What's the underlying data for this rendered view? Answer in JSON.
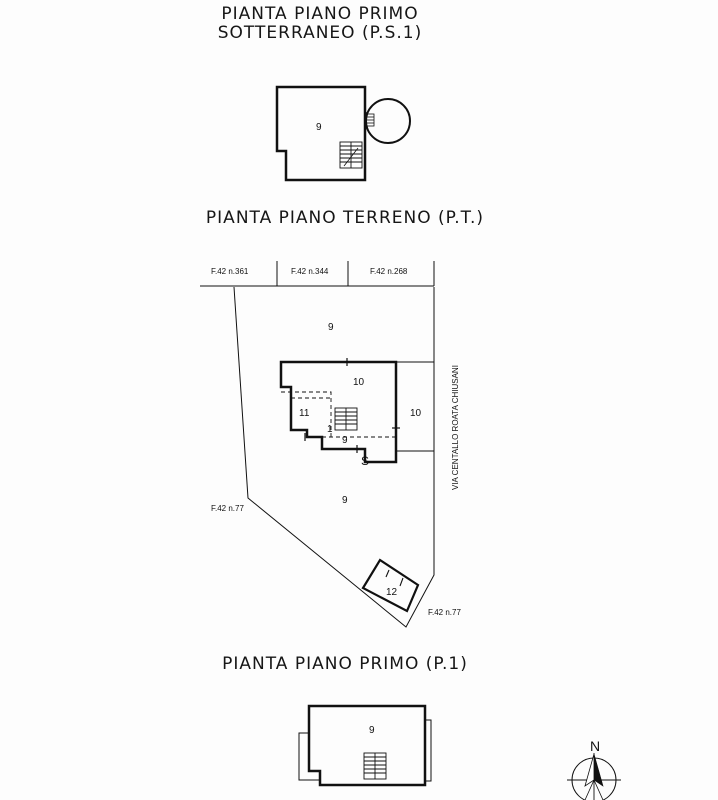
{
  "headings": {
    "basement_line1": "PIANTA PIANO PRIMO",
    "basement_line2": "SOTTERRANEO (P.S.1)",
    "ground": "PIANTA PIANO TERRENO (P.T.)",
    "first": "PIANTA PIANO PRIMO (P.1)"
  },
  "basement": {
    "room_label": "9"
  },
  "parcels": {
    "top_left": "F.42 n.361",
    "top_middle": "F.42 n.344",
    "top_right": "F.42 n.268",
    "left": "F.42 n.77",
    "bottom_right": "F.42 n.77"
  },
  "road_label": "VIA CENTALLO ROATA CHIUSANI",
  "ground_rooms": {
    "yard_north": "9",
    "room_10_inner": "10",
    "room_10_outer": "10",
    "room_11": "11",
    "room_1": "1",
    "room_9_inner": "9",
    "yard_south": "9",
    "room_12": "12",
    "s_mark": "S"
  },
  "first_floor": {
    "room_label": "9"
  },
  "compass": {
    "label": "N"
  }
}
